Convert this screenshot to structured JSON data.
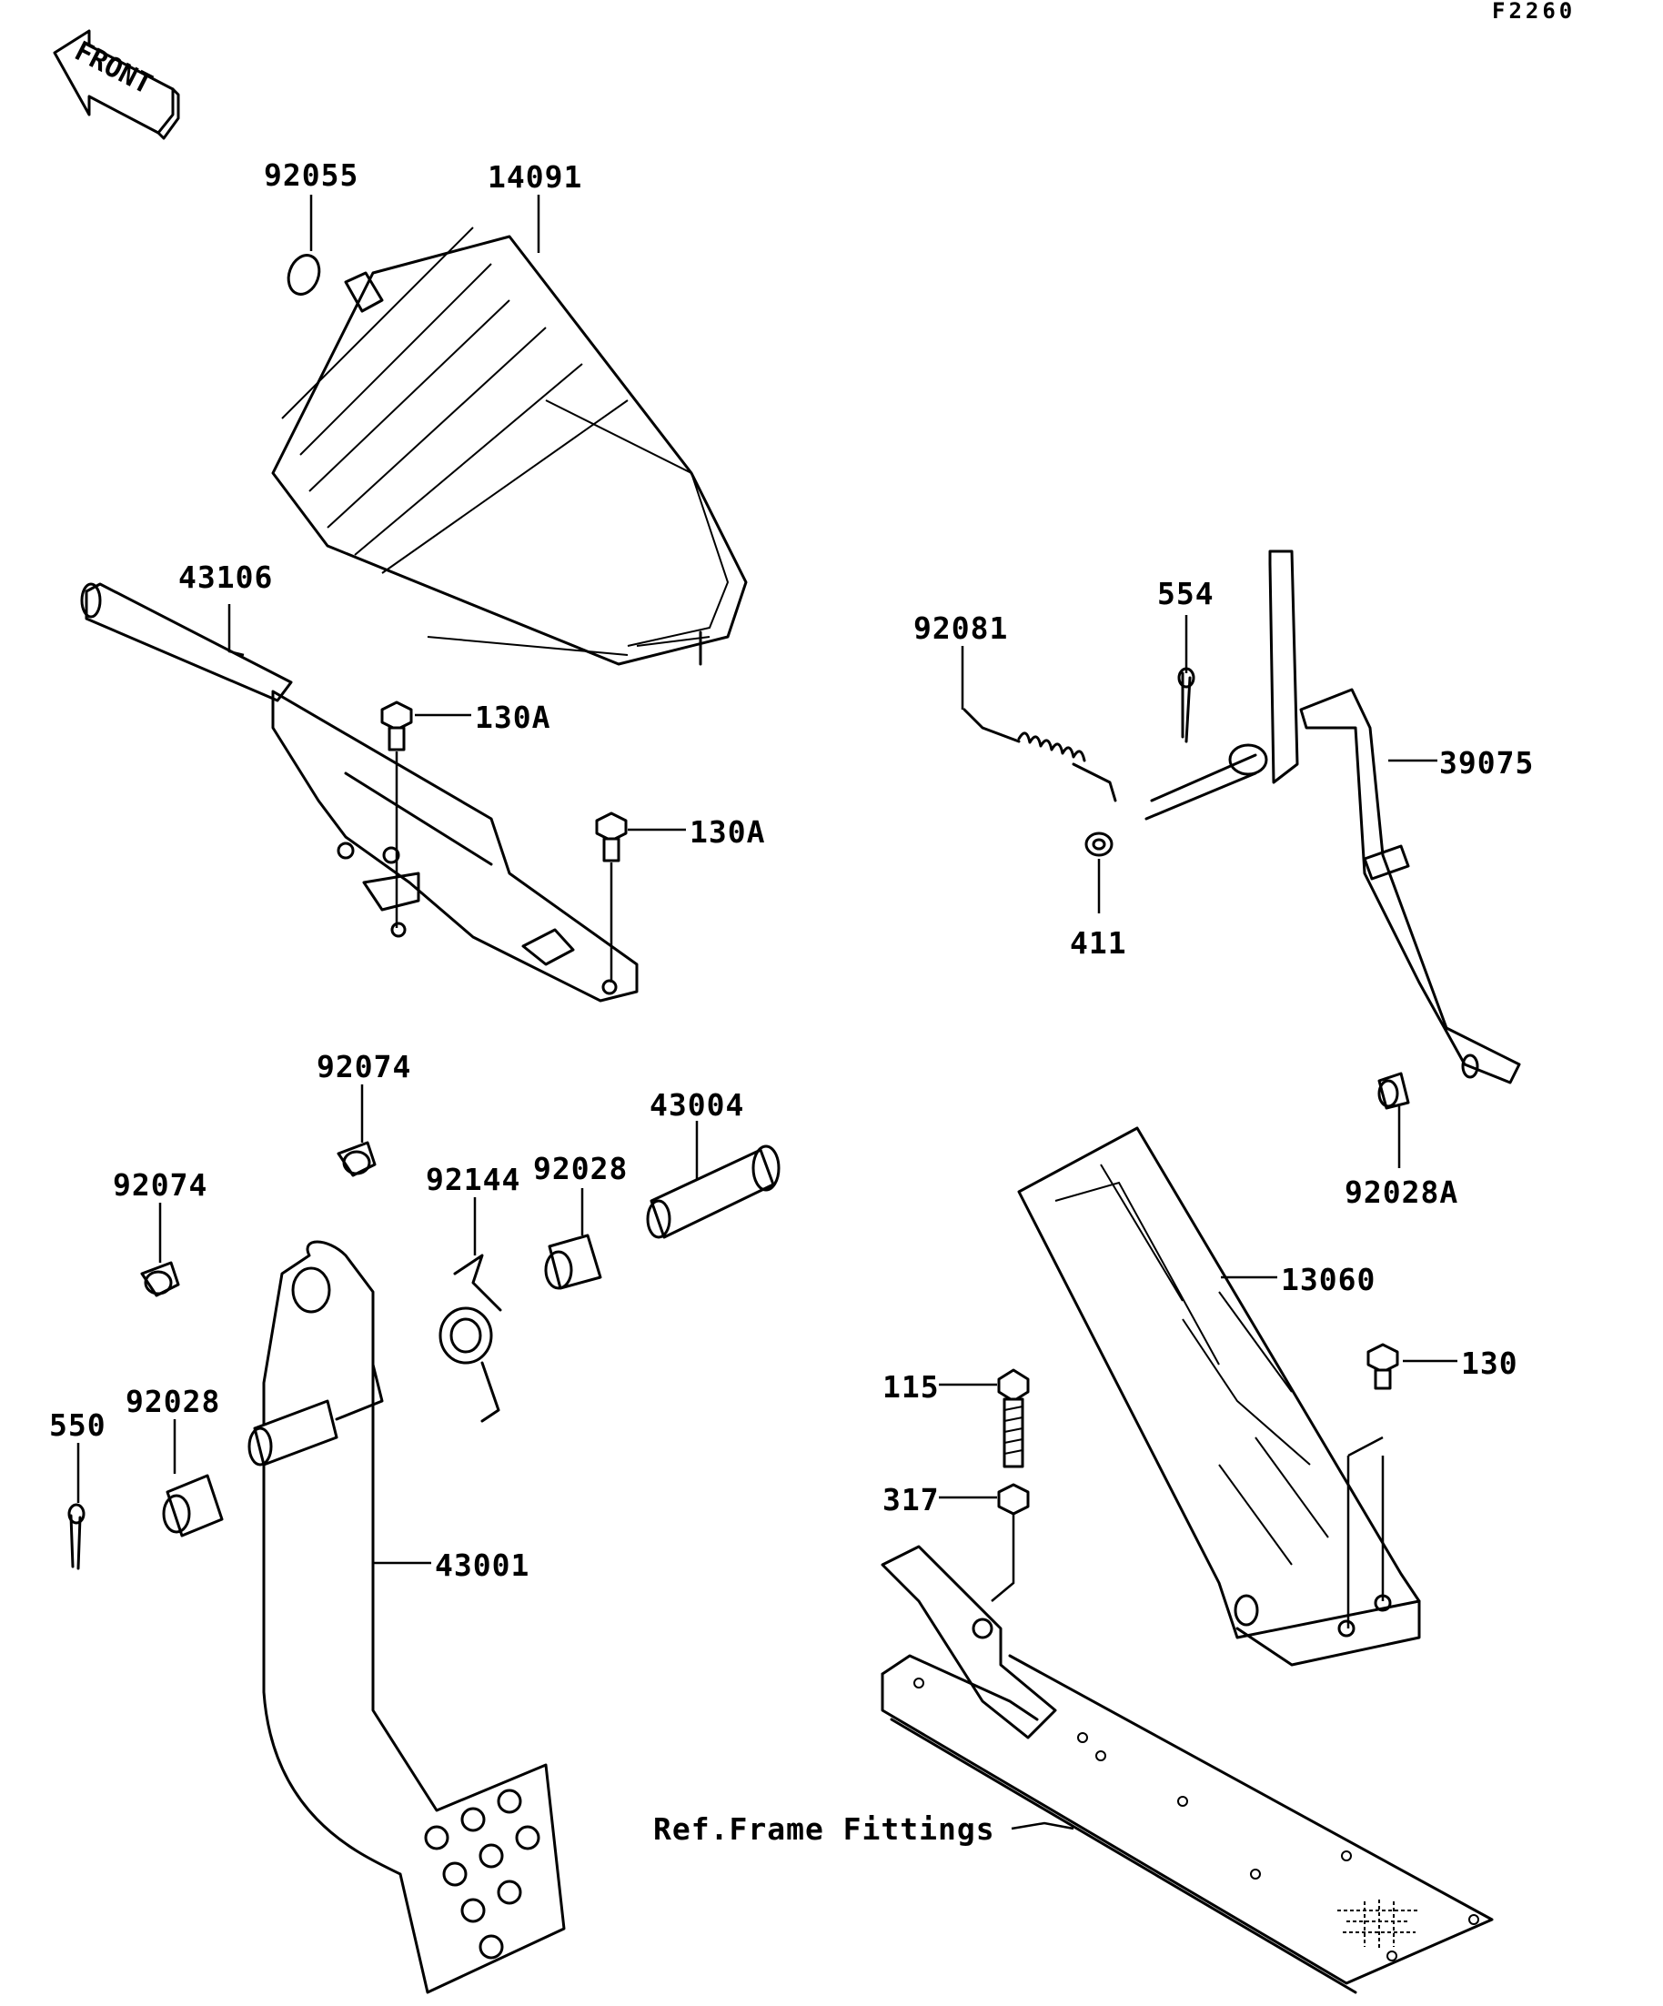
{
  "diagram_code": "F2260",
  "front_arrow_label": "FRONT",
  "labels": {
    "p92055": "92055",
    "p14091": "14091",
    "p43106": "43106",
    "p130a_1": "130A",
    "p130a_2": "130A",
    "p92081": "92081",
    "p554": "554",
    "p39075": "39075",
    "p411": "411",
    "p92074_1": "92074",
    "p92074_2": "92074",
    "p43004": "43004",
    "p92144": "92144",
    "p92028_1": "92028",
    "p92028_2": "92028",
    "p550": "550",
    "p43001": "43001",
    "p92028a": "92028A",
    "p13060": "13060",
    "p115": "115",
    "p130": "130",
    "p317": "317",
    "ref_frame": "Ref.Frame Fittings"
  }
}
